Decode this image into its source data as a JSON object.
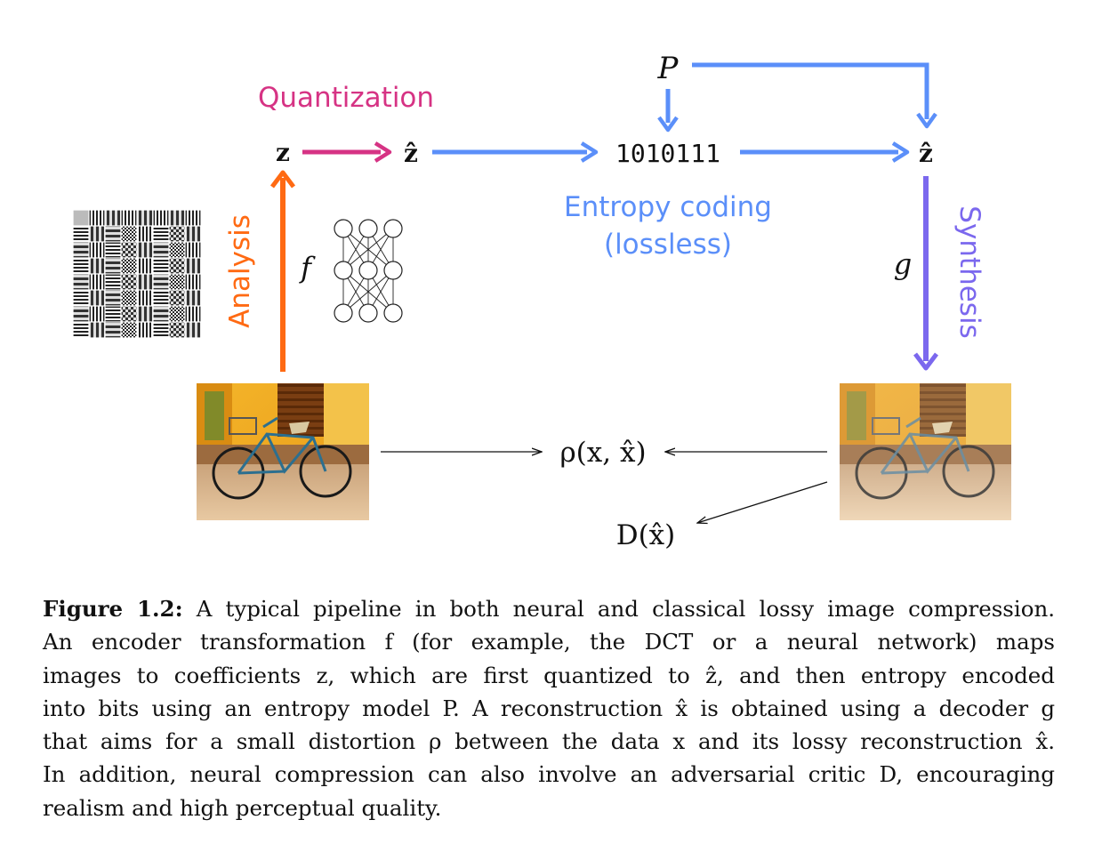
{
  "labels": {
    "quantization": "Quantization",
    "entropy_coding_line1": "Entropy coding",
    "entropy_coding_line2": "(lossless)",
    "analysis": "Analysis",
    "synthesis": "Synthesis",
    "bits": "1010111",
    "z": "z",
    "z_hat_left": "ẑ",
    "z_hat_right": "ẑ",
    "P": "P",
    "f": "f",
    "g": "g",
    "distortion": "ρ(x, x̂)",
    "critic": "D(x̂)"
  },
  "colors": {
    "quantization": "#d63384",
    "entropy": "#5b8ff9",
    "analysis": "#ff6a13",
    "synthesis": "#7b68ee",
    "text": "#111111"
  },
  "caption": {
    "label": "Figure 1.2:",
    "lines": [
      " A typical pipeline in both neural and classical lossy image compression.",
      "An encoder transformation f (for example, the DCT or a neural network) maps",
      "images to coefficients z, which are first quantized to ẑ, and then entropy encoded",
      "into bits using an entropy model P. A reconstruction x̂ is obtained using a decoder g",
      "that aims for a small distortion ρ between the data x and its lossy reconstruction x̂.",
      "In addition, neural compression can also involve an adversarial critic D, encouraging",
      "realism and high perceptual quality."
    ]
  }
}
